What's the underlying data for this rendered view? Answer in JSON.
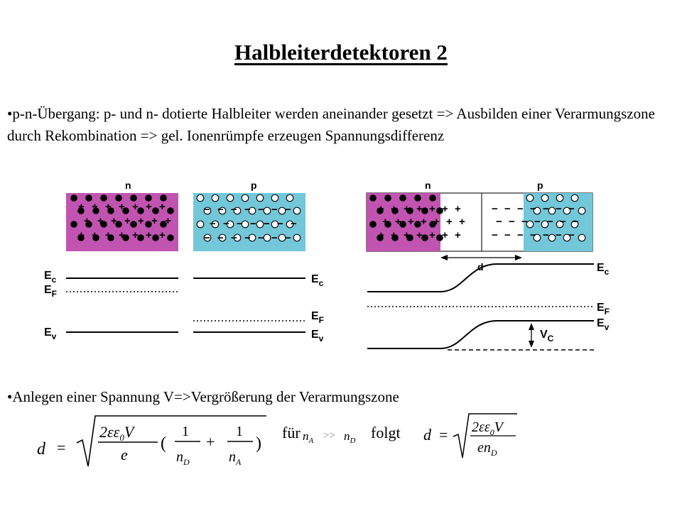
{
  "title": "Halbleiterdetektoren  2",
  "bullet1": "•p-n-Übergang: p- und n- dotierte Halbleiter werden aneinander gesetzt => Ausbilden einer Verarmungszone durch Rekombination => gel. Ionenrümpfe erzeugen Spannungsdifferenz",
  "bullet2": "•Anlegen einer Spannung V=>Vergrößerung der Verarmungszone",
  "diagram": {
    "label_n": "n",
    "label_p": "p",
    "ec_sub": "c",
    "ef_sub": "F",
    "ev_sub": "v",
    "e": "E",
    "depletion_label": "d",
    "vc_label": "V",
    "vc_sub": "C",
    "plus": "+",
    "minus": "−",
    "colors": {
      "n_region": "#c154b0",
      "p_region": "#72c7d9"
    }
  },
  "formula": {
    "d": "d",
    "eq": "=",
    "num1": "2εε",
    "zero": "0",
    "V": "V",
    "e": "e",
    "one": "1",
    "n": "n",
    "D": "D",
    "A": "A",
    "plus": "+",
    "lparen": "(",
    "rparen": ")",
    "fur": "für",
    "cond_nA": "n",
    "cond_A": "A",
    "cond_gg": ">>",
    "cond_nD": "n",
    "cond_D": "D",
    "folgt": "folgt",
    "en": "en"
  }
}
